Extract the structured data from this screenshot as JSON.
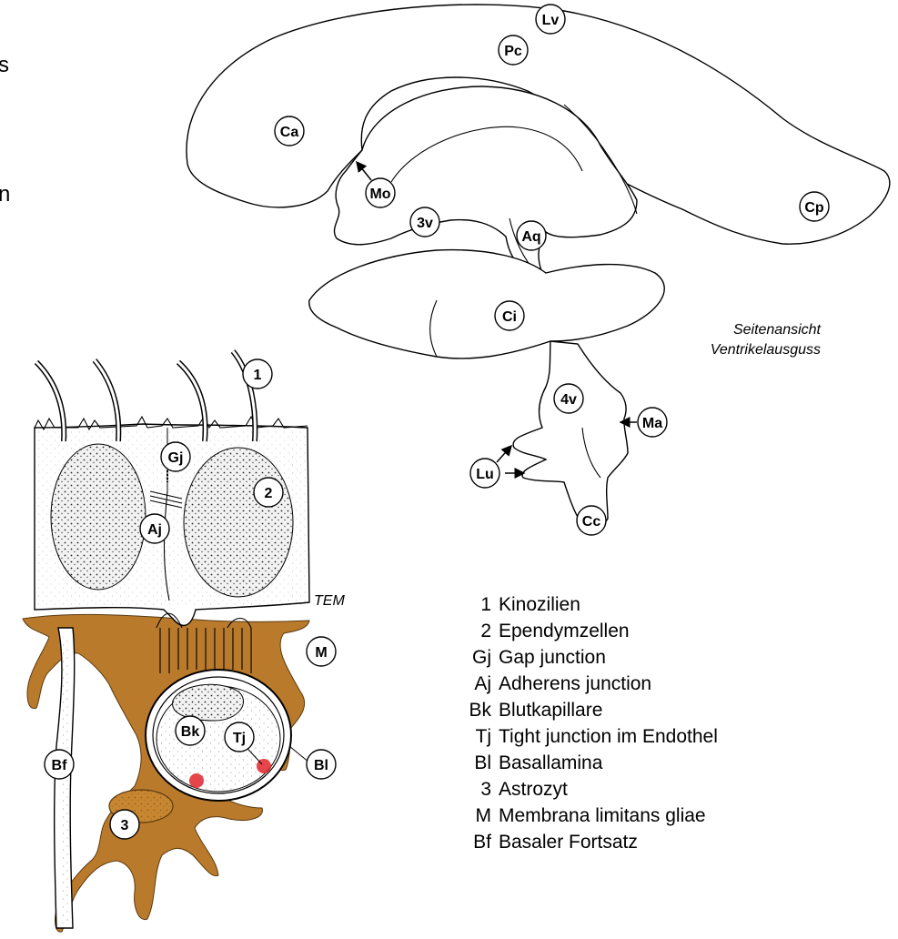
{
  "captions": {
    "ventricle_view": [
      "Seitenansicht",
      "Ventrikelausguss"
    ],
    "tem": "TEM"
  },
  "edge_fragments": [
    "s",
    "n"
  ],
  "ventricle_labels": [
    "Lv",
    "Pc",
    "Ca",
    "Mo",
    "3v",
    "Aq",
    "Cp",
    "Ci",
    "4v",
    "Ma",
    "Lu",
    "Cc"
  ],
  "cell_labels": [
    "1",
    "Gj",
    "2",
    "Aj",
    "M",
    "Bk",
    "Tj",
    "Bl",
    "Bf",
    "3"
  ],
  "legend": [
    {
      "key": "1",
      "text": "Kinozilien"
    },
    {
      "key": "2",
      "text": "Ependymzellen"
    },
    {
      "key": "Gj",
      "text": "Gap junction"
    },
    {
      "key": "Aj",
      "text": "Adherens junction"
    },
    {
      "key": "Bk",
      "text": "Blutkapillare"
    },
    {
      "key": "Tj",
      "text": "Tight junction im Endothel"
    },
    {
      "key": "Bl",
      "text": "Basallamina"
    },
    {
      "key": "3",
      "text": "Astrozyt"
    },
    {
      "key": "M",
      "text": "Membrana limitans gliae"
    },
    {
      "key": "Bf",
      "text": "Basaler Fortsatz"
    }
  ],
  "colors": {
    "astrocyte": "#b97a2c",
    "tight_junction": "#e0242c"
  }
}
